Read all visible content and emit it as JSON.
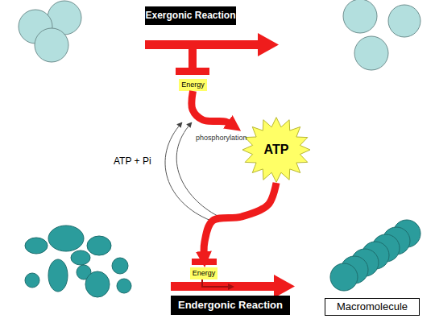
{
  "diagram": {
    "nodes": [
      {
        "text": [
          "Exergonic Reaction"
        ]
      },
      {
        "text": [
          "Energy"
        ]
      },
      {
        "text": [
          "ATP"
        ]
      },
      {
        "text": [
          "Energy"
        ]
      },
      {
        "text": [
          "Endergonic Reaction"
        ]
      },
      {
        "text": [
          "Macromolecule"
        ]
      }
    ],
    "edges": [
      {
        "from": 1,
        "to": 2,
        "arrow": "to"
      },
      {
        "from": 2,
        "to": 3,
        "arrow": "to"
      }
    ],
    "labels": [
      "phosphorylation",
      "ATP + Pi"
    ]
  }
}
